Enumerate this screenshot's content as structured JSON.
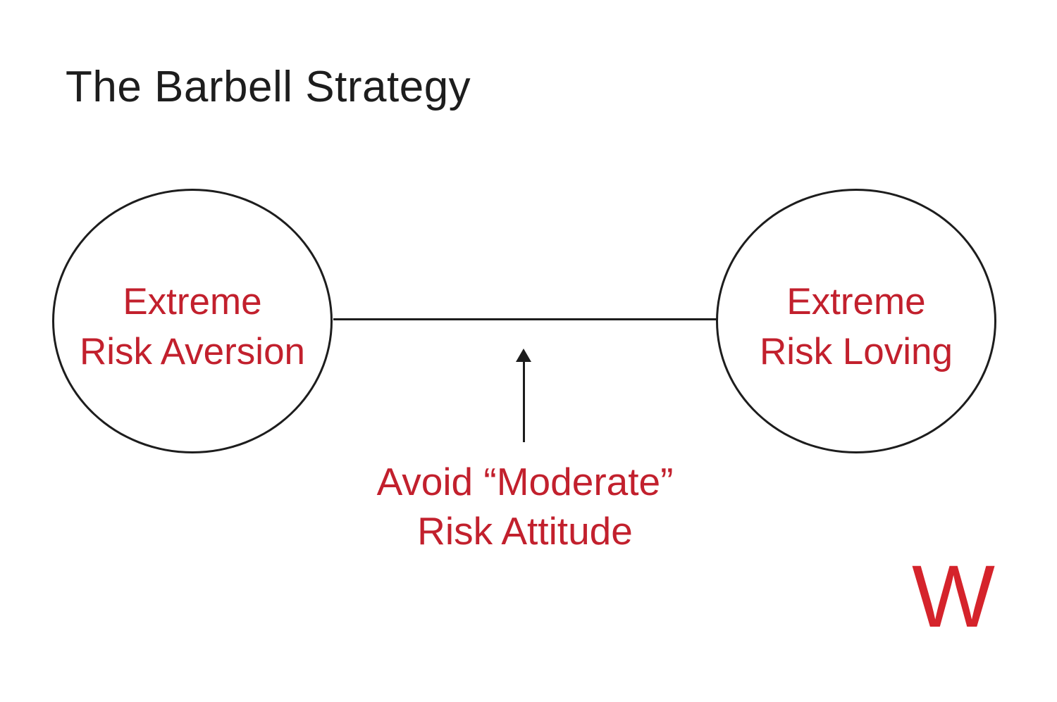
{
  "title": "The Barbell Strategy",
  "barbell": {
    "left_circle": {
      "line1": "Extreme",
      "line2": "Risk Aversion"
    },
    "right_circle": {
      "line1": "Extreme",
      "line2": "Risk Loving"
    },
    "annotation": {
      "line1": "Avoid “Moderate”",
      "line2": "Risk Attitude"
    }
  },
  "logo": {
    "letter": "W"
  },
  "colors": {
    "background": "#ffffff",
    "ink": "#1d1d1d",
    "label_red": "#c2202d",
    "logo_red": "#d5232b"
  }
}
